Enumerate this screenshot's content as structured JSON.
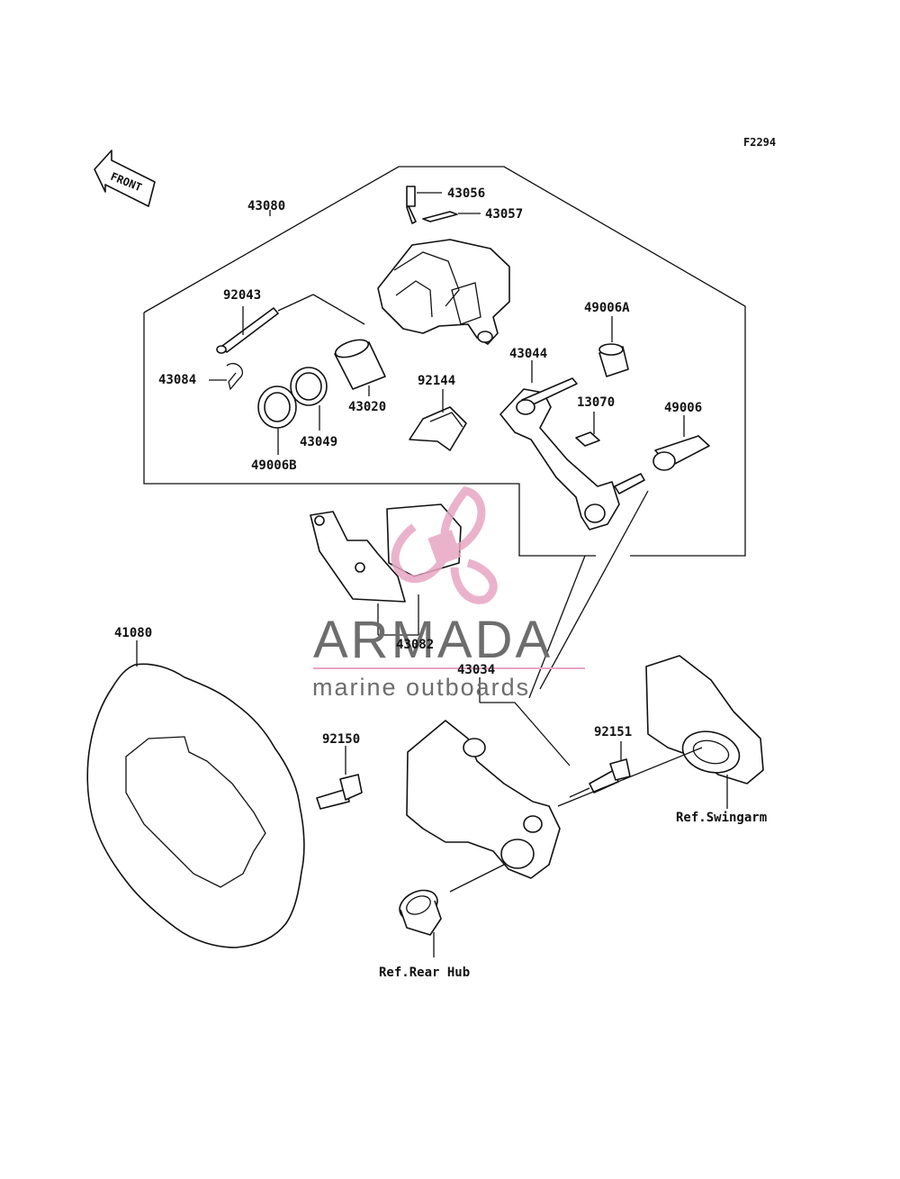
{
  "figure_code": "F2294",
  "front_label": "FRONT",
  "parts": {
    "p43080": "43080",
    "p43056": "43056",
    "p43057": "43057",
    "p92043": "92043",
    "p49006A": "49006A",
    "p43084": "43084",
    "p43044": "43044",
    "p92144": "92144",
    "p13070": "13070",
    "p49006": "49006",
    "p43020": "43020",
    "p43049": "43049",
    "p49006B": "49006B",
    "p41080": "41080",
    "p43082": "43082",
    "p43034": "43034",
    "p92150": "92150",
    "p92151": "92151"
  },
  "refs": {
    "swingarm": "Ref.Swingarm",
    "rear_hub": "Ref.Rear Hub"
  },
  "watermark": {
    "brand": "ARMADA",
    "tagline": "marine outboards",
    "brand_color": "#6d6d6d",
    "logo_color": "#e8a6c2"
  }
}
